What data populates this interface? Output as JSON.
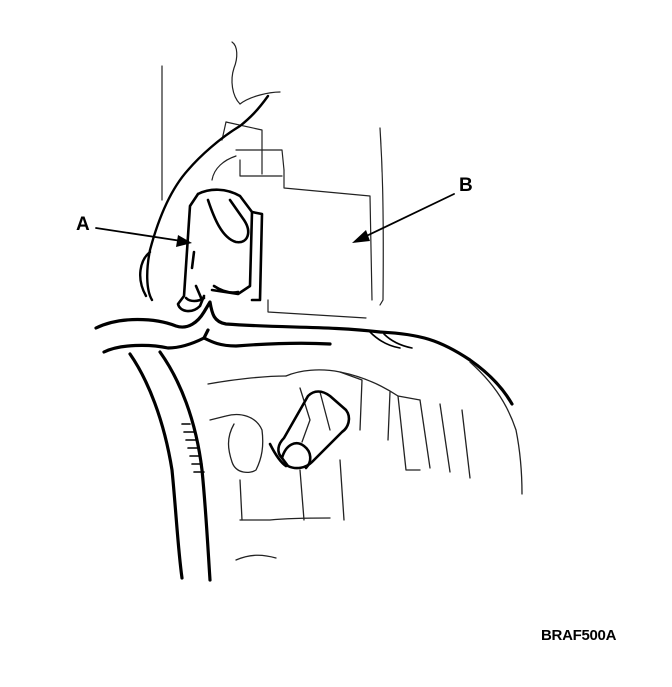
{
  "diagram": {
    "callouts": [
      {
        "id": "A",
        "text": "A"
      },
      {
        "id": "B",
        "text": "B"
      }
    ],
    "figure_code": "BRAF500A"
  }
}
